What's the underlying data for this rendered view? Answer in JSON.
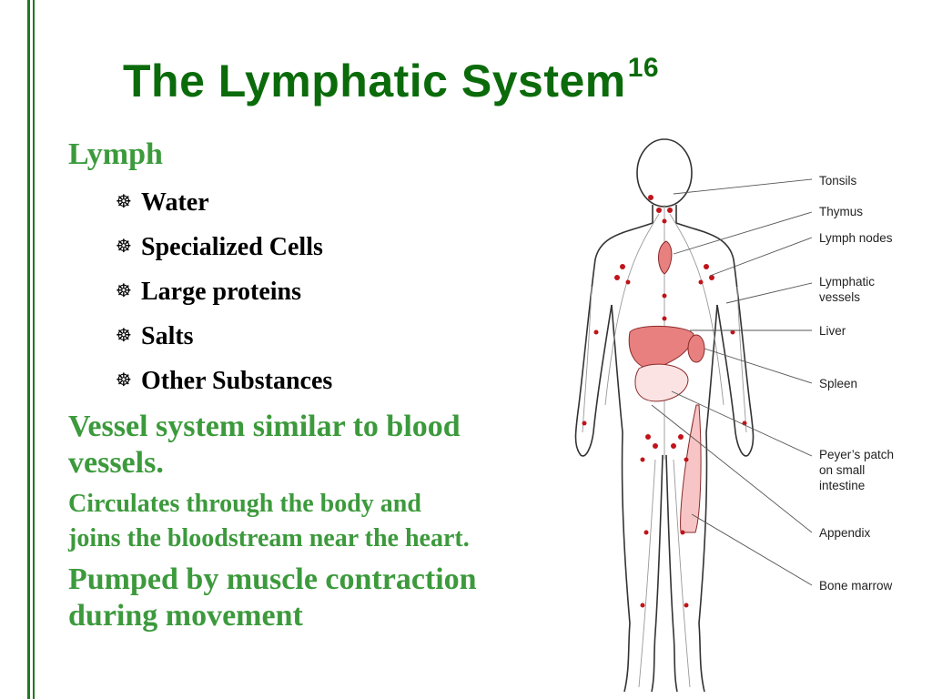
{
  "slide": {
    "title": "The Lymphatic System",
    "title_sup": "16"
  },
  "content": {
    "lymph_heading": "Lymph",
    "components": [
      {
        "text": "Water"
      },
      {
        "text": "Specialized Cells"
      },
      {
        "text": "Large proteins"
      },
      {
        "text": "Salts"
      },
      {
        "text": "Other Substances"
      }
    ],
    "bullet_icon": "wheel-bullet-icon",
    "vessel_line1": "Vessel system similar to blood",
    "vessel_line2": "vessels.",
    "circ_line1": "Circulates through the body and",
    "circ_line2": "joins the bloodstream near the heart.",
    "pump_line1": "Pumped by muscle contraction",
    "pump_line2": "during movement"
  },
  "figure": {
    "labels": {
      "tonsils": "Tonsils",
      "thymus": "Thymus",
      "lymph_nodes": "Lymph nodes",
      "lymphatic_1": "Lymphatic",
      "lymphatic_2": "vessels",
      "liver": "Liver",
      "spleen": "Spleen",
      "peyers_1": "Peyer’s patch",
      "peyers_2": "on small",
      "peyers_3": "intestine",
      "appendix": "Appendix",
      "bone_marrow": "Bone marrow"
    }
  },
  "colors": {
    "title": "#0b6b0b",
    "heading": "#3c9a3c",
    "rule": "#1f7a1f",
    "organ": "#e88080",
    "node": "#c0141a"
  }
}
